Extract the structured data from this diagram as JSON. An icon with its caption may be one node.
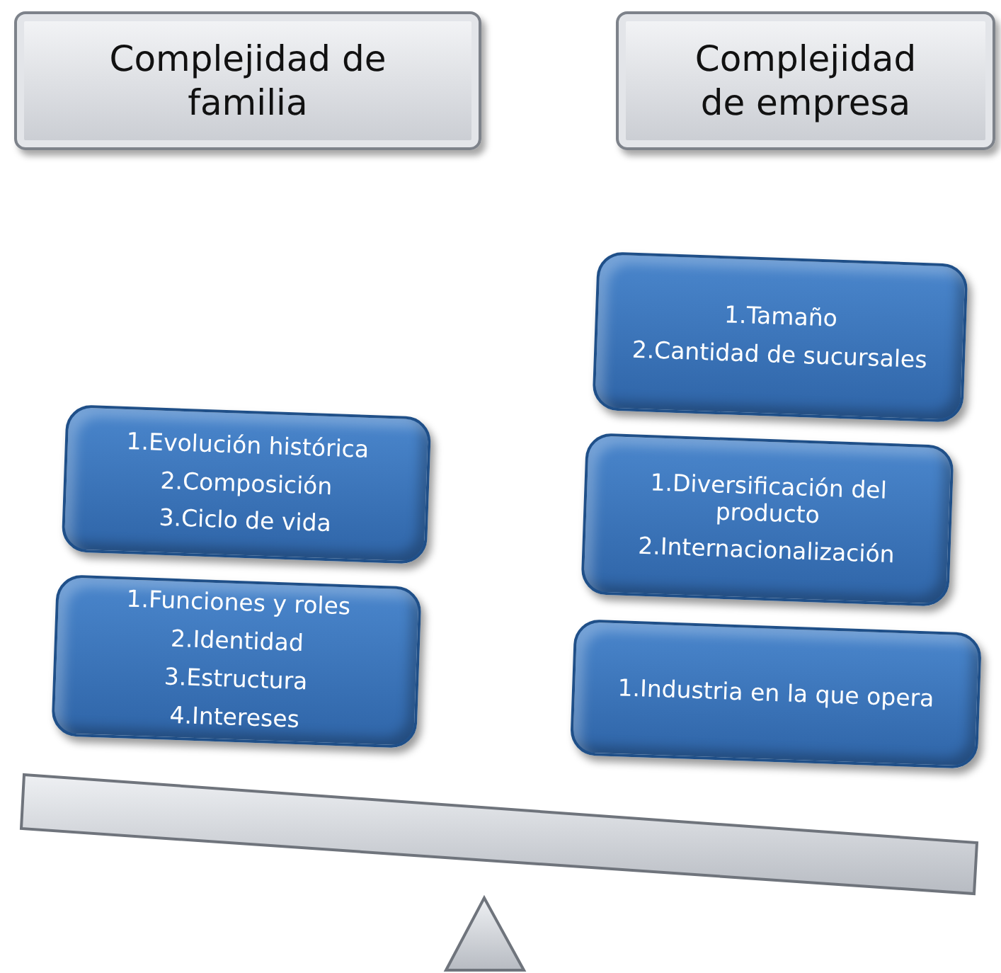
{
  "diagram": {
    "nodes": [
      {
        "text": [
          "Complejidad de familia"
        ]
      },
      {
        "text": [
          "Complejidad de empresa"
        ]
      },
      {
        "text": [
          "1.Evolución histórica",
          "2.Composición",
          "3.Ciclo de vida"
        ]
      },
      {
        "text": [
          "1.Funciones y roles",
          "2.Identidad",
          "3.Estructura",
          "4.Intereses"
        ]
      },
      {
        "text": [
          "1.Tamaño",
          "2.Cantidad de sucursales"
        ]
      },
      {
        "text": [
          "1.Diversificación del producto",
          "2.Internacionalización"
        ]
      },
      {
        "text": [
          "1.Industria en la que opera"
        ]
      }
    ]
  }
}
